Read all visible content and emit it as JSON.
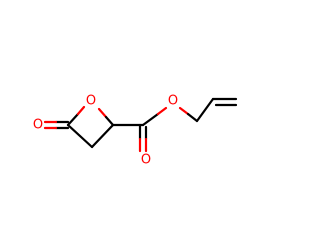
{
  "molecule": {
    "atoms": {
      "ring_oxygen": {
        "symbol": "O",
        "color": "#ff0000"
      },
      "lactone_carbonyl_oxygen": {
        "symbol": "O",
        "color": "#ff0000"
      },
      "ester_carbonyl_oxygen": {
        "symbol": "O",
        "color": "#ff0000"
      },
      "ester_oxygen": {
        "symbol": "O",
        "color": "#ff0000"
      }
    },
    "bond_color": "#000000",
    "heteroatom_color": "#ff0000"
  }
}
